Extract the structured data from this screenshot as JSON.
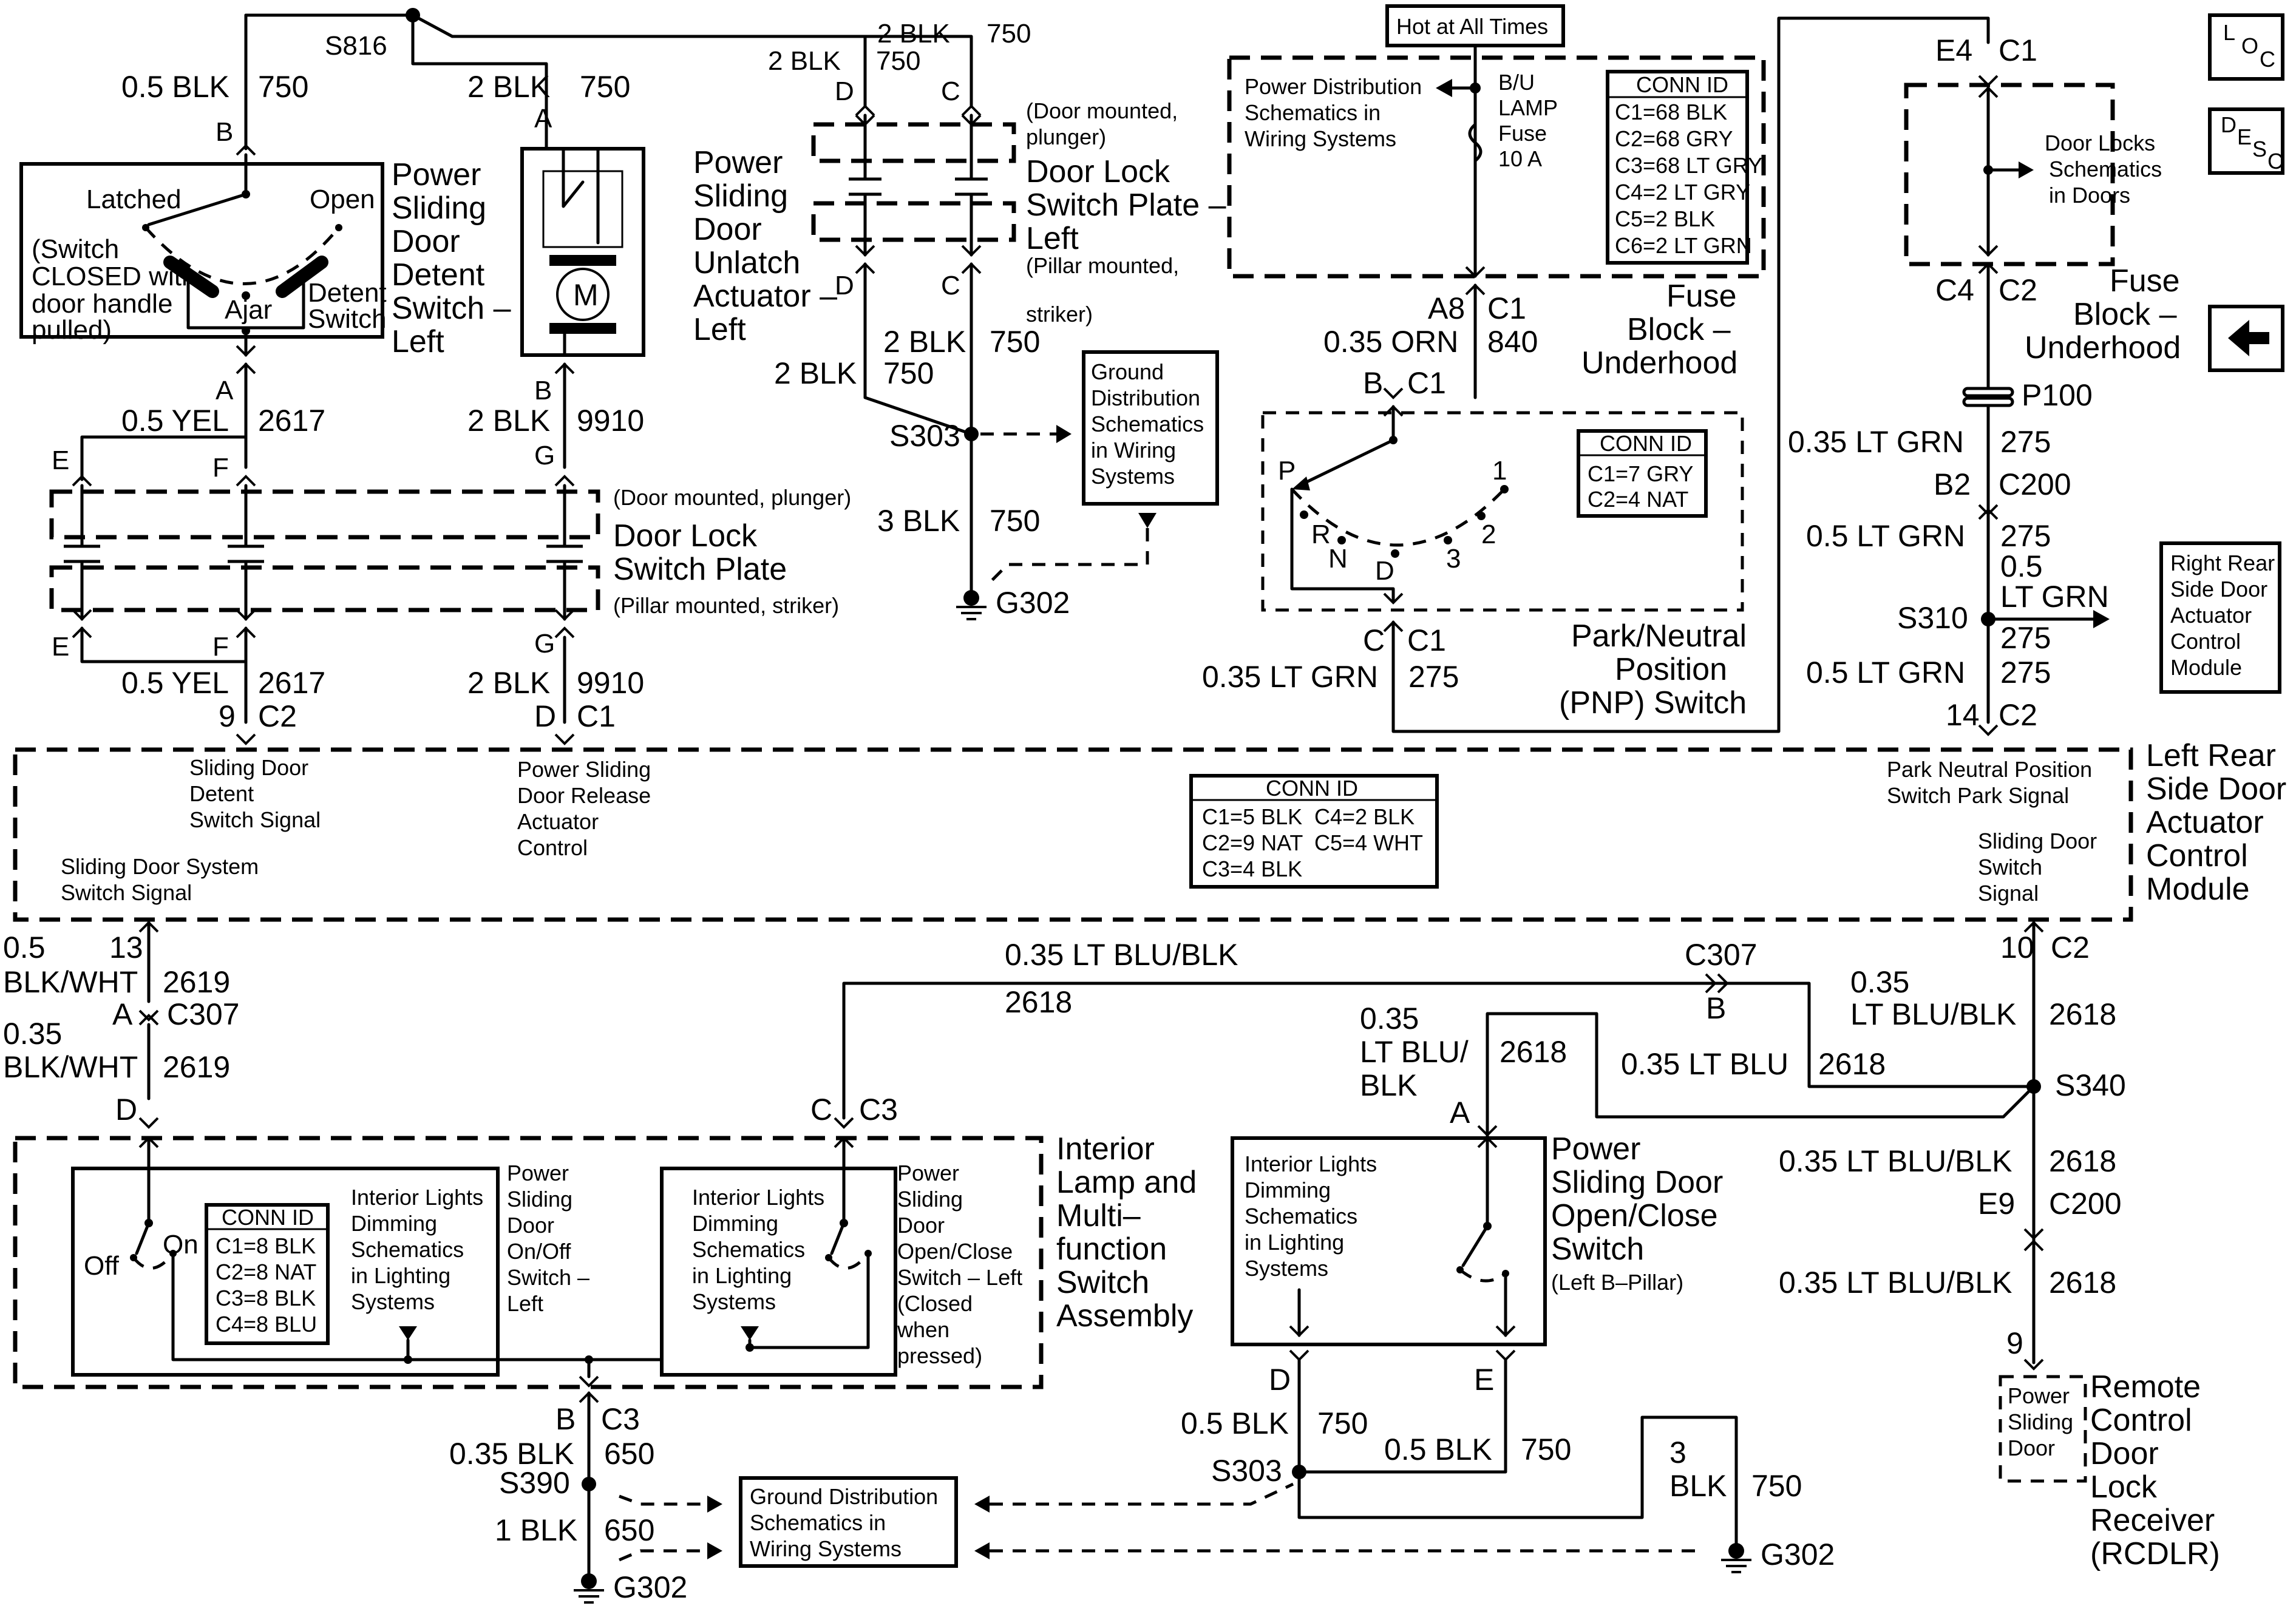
{
  "diagram": {
    "splices": [
      "S816",
      "S303",
      "S303",
      "S340",
      "S310",
      "S390"
    ],
    "grounds": [
      "G302",
      "G302",
      "G302"
    ],
    "top_wires": {
      "detent_b": {
        "size": "0.5 BLK",
        "circuit": "750",
        "pin": "B"
      },
      "actuator_a": {
        "size": "2 BLK",
        "circuit": "750",
        "pin": "A"
      },
      "doorlock_d": {
        "size": "2 BLK",
        "circuit": "750",
        "pin": "D"
      },
      "doorlock_c": {
        "size": "2 BLK",
        "circuit": "750",
        "pin": "C"
      }
    },
    "detent_switch": {
      "title": [
        "Power",
        "Sliding",
        "Door",
        "Detent",
        "Switch –",
        "Left"
      ],
      "latched": "Latched",
      "open": "Open",
      "ajar": "Ajar",
      "note": [
        "(Switch",
        "CLOSED with",
        "door handle",
        "pulled)"
      ],
      "detent": [
        "Detent",
        "Switch"
      ],
      "pin_a": "A",
      "wire_size": "0.5 YEL",
      "wire_circuit": "2617"
    },
    "actuator": {
      "title": [
        "Power",
        "Sliding",
        "Door",
        "Unlatch",
        "Actuator –",
        "Left"
      ],
      "motor": "M",
      "pin_b": "B",
      "wire_size": "2 BLK",
      "wire_circuit": "9910"
    },
    "door_lock_plate_1": {
      "pins_top": [
        "E",
        "F",
        "G"
      ],
      "pins_bottom": [
        "E",
        "F",
        "G"
      ],
      "door_mounted": "(Door mounted, plunger)",
      "title1": "Door Lock",
      "title2": "Switch Plate",
      "pillar": "(Pillar mounted, striker)"
    },
    "door_lock_plate_2": {
      "door_mounted": [
        "(Door mounted,",
        "plunger)"
      ],
      "title": [
        "Door Lock",
        "Switch Plate –",
        "Left"
      ],
      "pillar": [
        "(Pillar mounted,",
        "striker)"
      ],
      "pin_d": "D",
      "pin_c": "C"
    },
    "s303_wires": {
      "w1": {
        "size": "2 BLK",
        "circuit": "750"
      },
      "w2": {
        "size": "2 BLK",
        "circuit": "750"
      },
      "w3": {
        "size": "3 BLK",
        "circuit": "750"
      }
    },
    "ground_dist_1": [
      "Ground",
      "Distribution",
      "Schematics",
      "in Wiring",
      "Systems"
    ],
    "bottom_wires_left": {
      "yel": {
        "size": "0.5 YEL",
        "circuit": "2617",
        "pin": "9",
        "conn": "C2"
      },
      "blk": {
        "size": "2 BLK",
        "circuit": "9910",
        "pin": "D",
        "conn": "C1"
      }
    },
    "fuse_block": {
      "hot": "Hot at All Times",
      "pds": [
        "Power Distribution",
        "Schematics in",
        "Wiring Systems"
      ],
      "fuse": [
        "B/U",
        "LAMP",
        "Fuse",
        "10 A"
      ],
      "conn_title": "CONN ID",
      "conn": [
        "C1=68 BLK",
        "C2=68 GRY",
        "C3=68 LT GRY",
        "C4=2 LT GRY",
        "C5=2 BLK",
        "C6=2 LT GRN"
      ],
      "label": [
        "Fuse",
        "Block –",
        "Underhood"
      ],
      "pin": "A8",
      "conn_pin": "C1",
      "wire_size": "0.35 ORN",
      "wire_circuit": "840"
    },
    "pnp": {
      "pin_b": "B",
      "conn_b": "C1",
      "conn_title": "CONN ID",
      "conn": [
        "C1=7 GRY",
        "C2=4 NAT"
      ],
      "positions": {
        "p": "P",
        "r": "R",
        "n": "N",
        "d": "D",
        "three": "3",
        "two": "2",
        "one": "1"
      },
      "label": [
        "Park/Neutral",
        "Position",
        "(PNP) Switch"
      ],
      "pin_c": "C",
      "conn_c": "C1",
      "wire_size": "0.35 LT GRN",
      "wire_circuit": "275"
    },
    "right_column": {
      "e4": "E4",
      "c1": "C1",
      "door_locks": [
        "Door Locks",
        "Schematics",
        "in Doors"
      ],
      "c4": "C4",
      "c2": "C2",
      "fuse_label": [
        "Fuse",
        "Block –",
        "Underhood"
      ],
      "p100": "P100",
      "w1": {
        "size": "0.35 LT GRN",
        "circuit": "275"
      },
      "b2": "B2",
      "c200": "C200",
      "w2": {
        "size": "0.5 LT GRN",
        "circuit": "275"
      },
      "w3": {
        "size1": "0.5",
        "size2": "LT GRN",
        "circuit": "275"
      },
      "w4": {
        "size": "0.5 LT GRN",
        "circuit": "275"
      },
      "pin14": "14",
      "c2b": "C2",
      "rrsd": [
        "Right Rear",
        "Side Door",
        "Actuator",
        "Control",
        "Module"
      ]
    },
    "icons": {
      "loc": [
        "L",
        "O",
        "C"
      ],
      "desc": [
        "D",
        "E",
        "S",
        "C"
      ]
    },
    "module": {
      "title": [
        "Left Rear",
        "Side Door",
        "Actuator",
        "Control",
        "Module"
      ],
      "sig1": [
        "Sliding Door",
        "Detent",
        "Switch Signal"
      ],
      "sig2": [
        "Power Sliding",
        "Door Release",
        "Actuator",
        "Control"
      ],
      "sig3": [
        "Sliding Door System",
        "Switch Signal"
      ],
      "sig4": [
        "Park Neutral Position",
        "Switch Park Signal"
      ],
      "sig5": [
        "Sliding Door",
        "Switch",
        "Signal"
      ],
      "conn_title": "CONN ID",
      "conn": [
        "C1=5 BLK",
        "C4=2 BLK",
        "C2=9 NAT",
        "C5=4 WHT",
        "C3=4 BLK"
      ]
    },
    "lower_left": {
      "pin13": "13",
      "w1": {
        "size1": "0.5",
        "size2": "BLK/WHT",
        "circuit": "2619"
      },
      "pin_a": "A",
      "c307": "C307",
      "w2": {
        "size1": "0.35",
        "size2": "BLK/WHT",
        "circuit": "2619"
      },
      "pin_d": "D"
    },
    "lt_blu_blk_top": {
      "size": "0.35 LT BLU/BLK",
      "circuit": "2618",
      "c307": "C307",
      "b": "B"
    },
    "lower_right": {
      "pin10": "10",
      "c2": "C2",
      "w1": {
        "size1": "0.35",
        "size2": "LT BLU/BLK",
        "circuit": "2618"
      },
      "w2": {
        "size": "0.35 LT BLU",
        "circuit": "2618"
      },
      "s340": "S340",
      "w3": {
        "size": "0.35 LT BLU/BLK",
        "circuit": "2618"
      },
      "e9": "E9",
      "c200": "C200",
      "w4": {
        "size": "0.35 LT BLU/BLK",
        "circuit": "2618"
      },
      "pin9": "9",
      "rcdlr_box": [
        "Power",
        "Sliding",
        "Door"
      ],
      "rcdlr": [
        "Remote",
        "Control",
        "Door",
        "Lock",
        "Receiver",
        "(RCDLR)"
      ]
    },
    "interior_lamp": {
      "pin_c": "C",
      "conn_c": "C3",
      "off": "Off",
      "on": "On",
      "conn_title": "CONN ID",
      "conn": [
        "C1=8 BLK",
        "C2=8 NAT",
        "C3=8 BLK",
        "C4=8 BLU"
      ],
      "ild1": [
        "Interior Lights",
        "Dimming",
        "Schematics",
        "in Lighting",
        "Systems"
      ],
      "sw1": [
        "Power",
        "Sliding",
        "Door",
        "On/Off",
        "Switch –",
        "Left"
      ],
      "ild2": [
        "Interior Lights",
        "Dimming",
        "Schematics",
        "in Lighting",
        "Systems"
      ],
      "sw2": [
        "Power",
        "Sliding",
        "Door",
        "Open/Close",
        "Switch – Left",
        "(Closed",
        "when",
        "pressed)"
      ],
      "label": [
        "Interior",
        "Lamp and",
        "Multi–",
        "function",
        "Switch",
        "Assembly"
      ],
      "pin_b": "B",
      "conn_b": "C3",
      "w1": {
        "size": "0.35 BLK",
        "circuit": "650"
      },
      "w2": {
        "size": "1 BLK",
        "circuit": "650"
      }
    },
    "ground_dist_2": [
      "Ground Distribution",
      "Schematics in",
      "Wiring Systems"
    ],
    "open_close": {
      "w_top": {
        "size1": "0.35",
        "size2": "LT BLU/",
        "size3": "BLK",
        "circuit": "2618"
      },
      "pin_a": "A",
      "ild": [
        "Interior Lights",
        "Dimming",
        "Schematics",
        "in Lighting",
        "Systems"
      ],
      "label": [
        "Power",
        "Sliding Door",
        "Open/Close",
        "Switch"
      ],
      "sub": "(Left B–Pillar)",
      "pin_d": "D",
      "pin_e": "E",
      "w1": {
        "size": "0.5 BLK",
        "circuit": "750"
      },
      "w2": {
        "size": "0.5 BLK",
        "circuit": "750"
      },
      "w3": {
        "size1": "3",
        "size2": "BLK",
        "circuit": "750"
      }
    }
  }
}
